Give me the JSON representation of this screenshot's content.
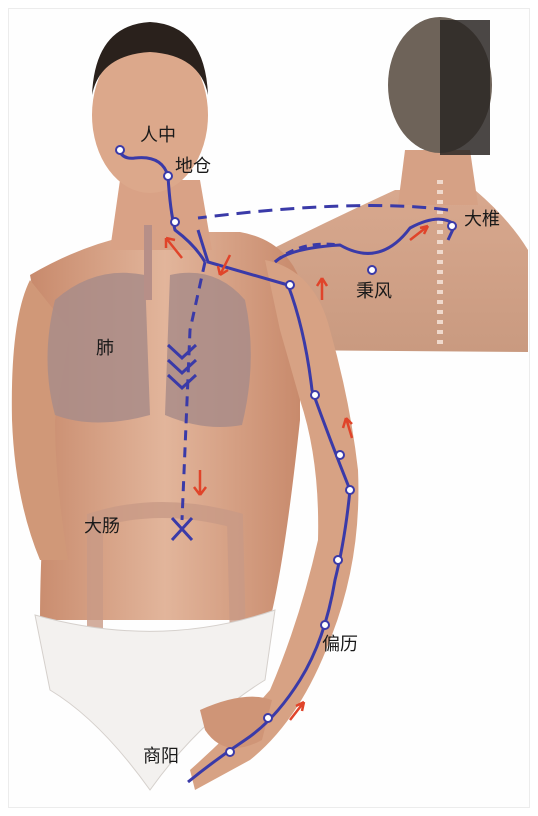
{
  "labels": {
    "renzhong": "人中",
    "dicang": "地仓",
    "dazhui": "大椎",
    "bingfeng": "秉风",
    "fei": "肺",
    "dachang": "大肠",
    "pianli": "偏历",
    "shangyang": "商阳"
  },
  "colors": {
    "meridian": "#3a3aa8",
    "arrow": "#e0442a",
    "skin": "#d9a58a",
    "lung": "#a98c88"
  }
}
